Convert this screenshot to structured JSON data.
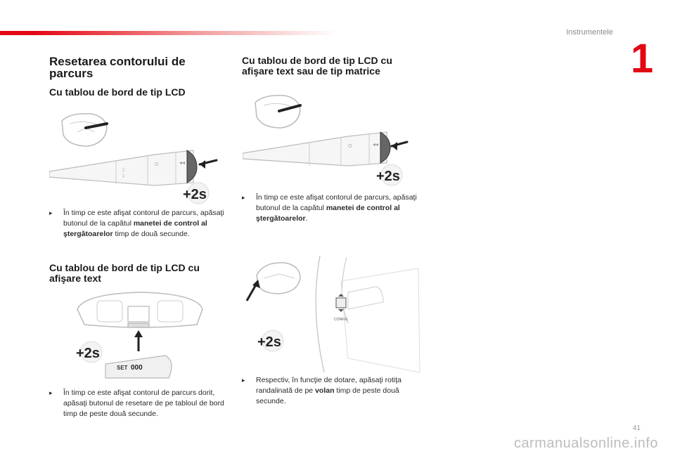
{
  "header": {
    "section": "Instrumentele",
    "chapter_number": "1"
  },
  "left": {
    "title": "Resetarea contorului de parcurs",
    "sub1": {
      "heading": "Cu tablou de bord de tip LCD",
      "badge": "+2s",
      "bullet": "",
      "text_a": "În timp ce este afişat contorul de parcurs, apăsaţi butonul de la capătul ",
      "bold": "manetei de control al ştergătoarelor",
      "text_b": " timp de două secunde."
    },
    "sub2": {
      "heading": "Cu tablou de bord de tip LCD cu afişare text",
      "badge": "+2s",
      "set_label": "SET",
      "set_value": "000",
      "bullet": "",
      "text": "În timp ce este afişat contorul de parcurs dorit, apăsaţi butonul de resetare de pe tabloul de bord timp de peste două secunde."
    }
  },
  "right": {
    "sub1": {
      "heading": "Cu tablou de bord de tip LCD cu afişare text sau de tip matrice",
      "badge": "+2s",
      "bullet": "",
      "text_a": "În timp ce este afişat contorul de parcurs, apăsaţi butonul de la capătul ",
      "bold": "manetei de control al ştergătoarelor",
      "text_b": "."
    },
    "sub2": {
      "badge": "+2s",
      "config_label": "CONFIG",
      "bullet": "",
      "text_a": "Respectiv, în funcţie de dotare, apăsaţi rotiţa randalinată de pe ",
      "bold": "volan",
      "text_b": " timp de peste două secunde."
    }
  },
  "footer": {
    "page_number": "41",
    "watermark": "carmanualsonline.info"
  }
}
